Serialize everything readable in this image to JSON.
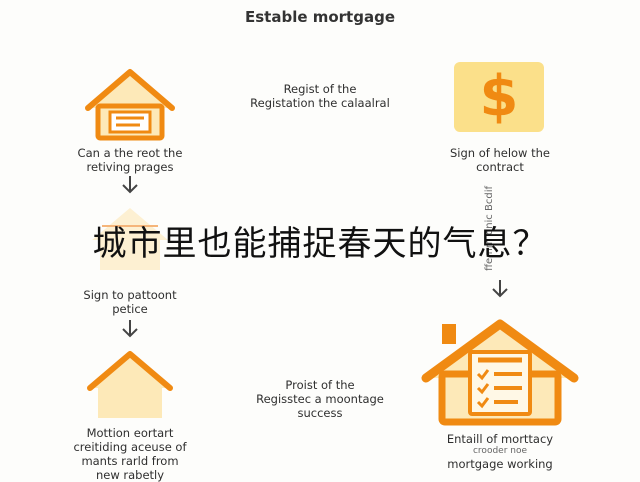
{
  "title": "Estable mortgage",
  "overlay_text": "城市里也能捕捉春天的气息？",
  "side_text": "ffemm dnic Bcdif",
  "steps": {
    "top_left": [
      "Can a the reot the",
      "retiving prages"
    ],
    "top_center": [
      "Regist of the",
      "Registation the calaalral"
    ],
    "top_right": [
      "Sign of helow the",
      "contract"
    ],
    "mid_left": [
      "Sign to pattoont",
      "petice"
    ],
    "bottom_center": [
      "Proist of the",
      "Regisstec a moontage",
      "success"
    ],
    "bottom_left": [
      "Mottion eortart",
      "creitiding aceuse of",
      "mants rarld from",
      "new rabetly"
    ],
    "bottom_right": [
      "Entaill of morttacy",
      "crooder noe",
      "mortgage working"
    ]
  },
  "dollar_symbol": "$",
  "colors": {
    "orange": "#f08a12",
    "yellow": "#fbe08a",
    "pale": "#fde9b8",
    "arrow": "#444444"
  },
  "icons": [
    "house-document-icon",
    "dollar-icon",
    "house-checklist-icon",
    "arrow-down-icon"
  ]
}
